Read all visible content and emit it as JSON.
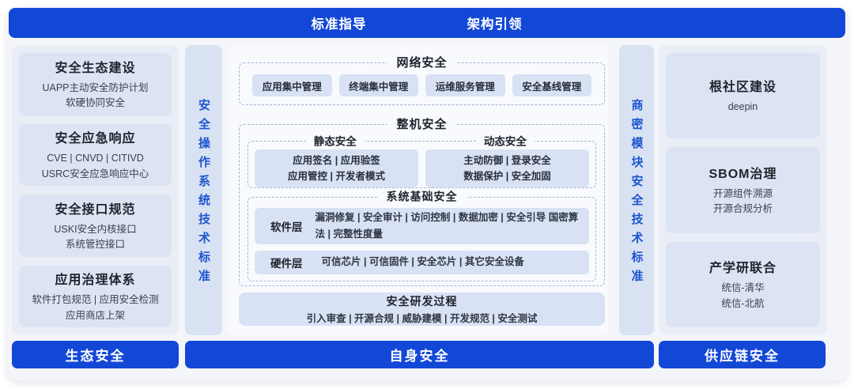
{
  "colors": {
    "primary": "#1347d6",
    "container_bg": "#f3f5f9",
    "panel_bg": "#e9edf5",
    "card_bg": "#dce4f3",
    "chip_bg": "#d9e2f4",
    "center_bg": "#f8fafd",
    "strip_bg": "#d8e2f3",
    "strip_text": "#1c55cf",
    "dash_border": "#a3b8dc",
    "text_dark": "#1e232c",
    "text_body": "#39414f"
  },
  "top_bar": {
    "items": [
      "标准指导",
      "架构引领"
    ]
  },
  "left_column": {
    "cards": [
      {
        "title": "安全生态建设",
        "lines": [
          "UAPP主动安全防护计划",
          "软硬协同安全"
        ]
      },
      {
        "title": "安全应急响应",
        "lines": [
          "CVE | CNVD | CITIVD",
          "USRC安全应急响应中心"
        ]
      },
      {
        "title": "安全接口规范",
        "lines": [
          "USKI安全内核接口",
          "系统管控接口"
        ]
      },
      {
        "title": "应用治理体系",
        "lines": [
          "软件打包规范 | 应用安全检测",
          "应用商店上架"
        ]
      }
    ],
    "footer": "生态安全"
  },
  "left_strip": {
    "label": "安全操作系统技术标准"
  },
  "center": {
    "network": {
      "title": "网络安全",
      "chips": [
        "应用集中管理",
        "终端集中管理",
        "运维服务管理",
        "安全基线管理"
      ]
    },
    "machine": {
      "title": "整机安全",
      "static": {
        "label": "静态安全",
        "lines": [
          "应用签名 | 应用验签",
          "应用管控 | 开发者模式"
        ]
      },
      "dynamic": {
        "label": "动态安全",
        "lines": [
          "主动防御 | 登录安全",
          "数据保护 | 安全加固"
        ]
      },
      "system_base": {
        "title": "系统基础安全",
        "rows": [
          {
            "label": "软件层",
            "text": "漏洞修复 | 安全审计 | 访问控制 | 数据加密 | 安全引导 国密算法 | 完整性度量"
          },
          {
            "label": "硬件层",
            "text": "可信芯片 | 可信固件 | 安全芯片 | 其它安全设备"
          }
        ]
      }
    },
    "rnd": {
      "title": "安全研发过程",
      "text": "引入审查 | 开源合规 | 威胁建模 | 开发规范 | 安全测试"
    },
    "footer": "自身安全"
  },
  "right_strip": {
    "label": "商密模块安全技术标准"
  },
  "right_column": {
    "cards": [
      {
        "title": "根社区建设",
        "lines": [
          "deepin"
        ]
      },
      {
        "title": "SBOM治理",
        "lines": [
          "开源组件溯源",
          "开源合规分析"
        ]
      },
      {
        "title": "产学研联合",
        "lines": [
          "统信-清华",
          "统信-北航"
        ]
      }
    ],
    "footer": "供应链安全"
  }
}
